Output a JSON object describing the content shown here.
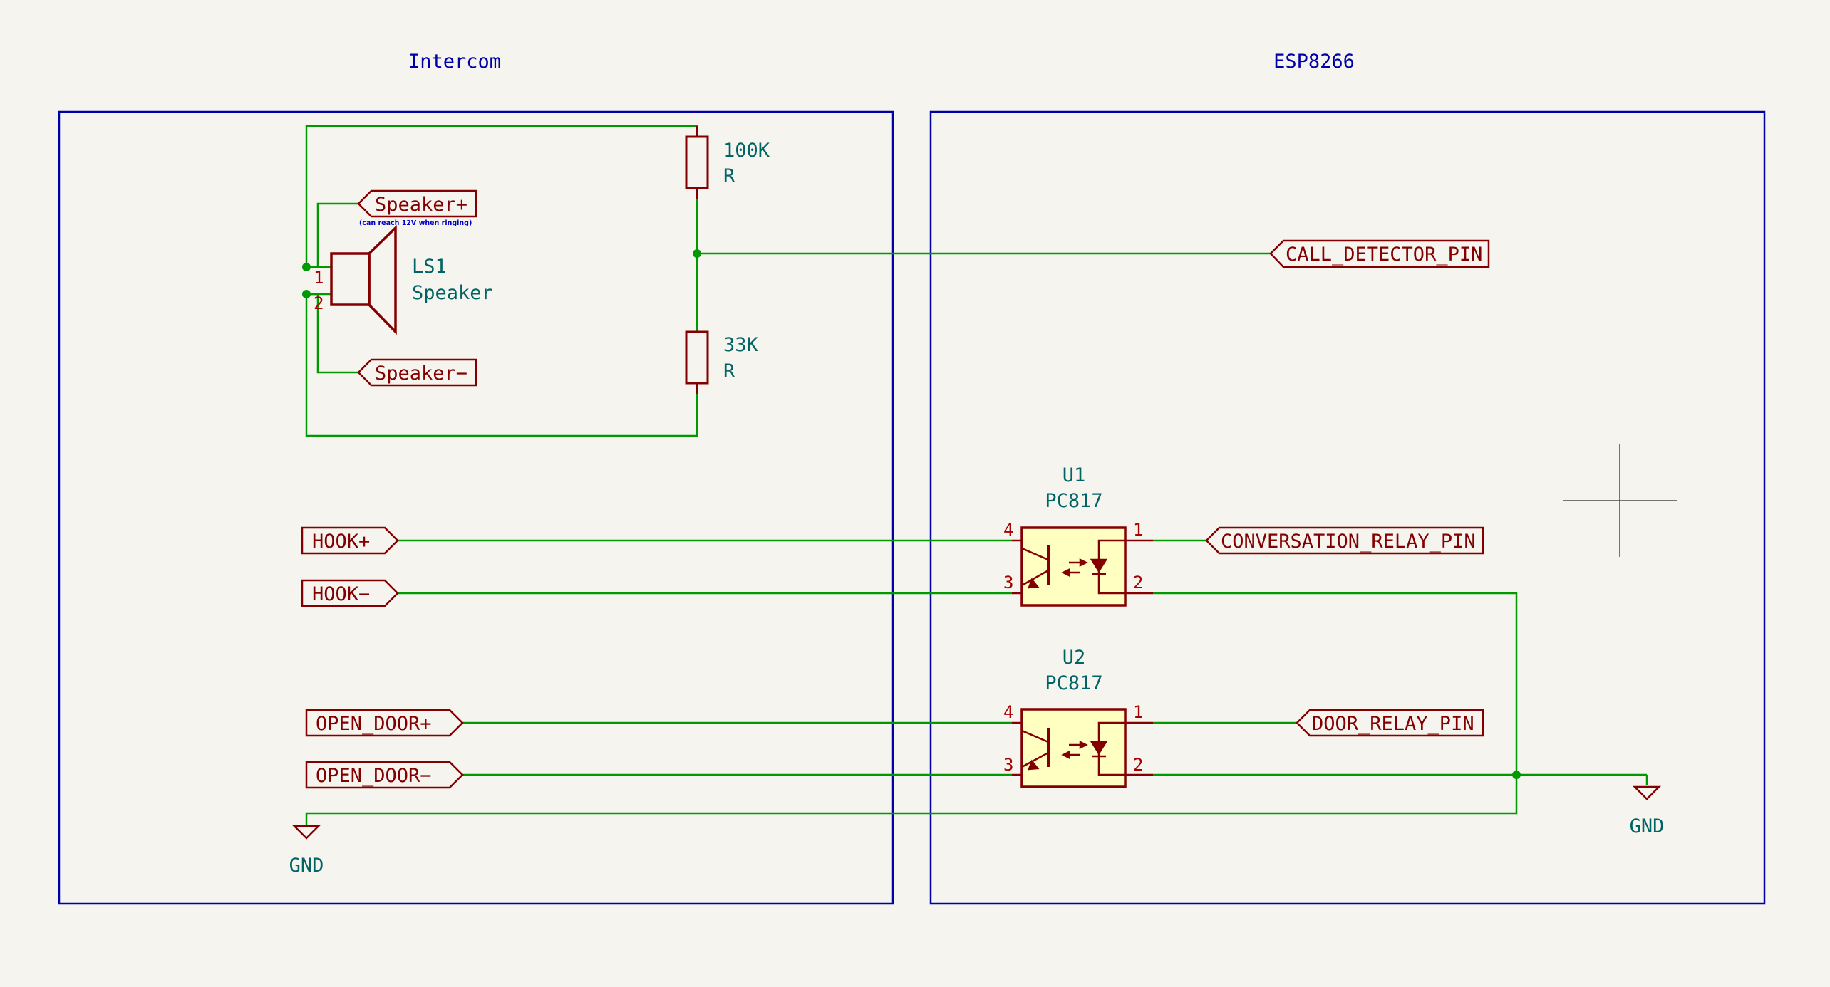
{
  "frames": {
    "intercom": {
      "title": "Intercom"
    },
    "esp": {
      "title": "ESP8266"
    }
  },
  "components": {
    "r_top": {
      "value": "100K",
      "type": "R"
    },
    "r_bottom": {
      "value": "33K",
      "type": "R"
    },
    "speaker": {
      "ref": "LS1",
      "value": "Speaker",
      "pin1": "1",
      "pin2": "2"
    },
    "u1": {
      "ref": "U1",
      "value": "PC817",
      "pin1": "1",
      "pin2": "2",
      "pin3": "3",
      "pin4": "4"
    },
    "u2": {
      "ref": "U2",
      "value": "PC817",
      "pin1": "1",
      "pin2": "2",
      "pin3": "3",
      "pin4": "4"
    }
  },
  "labels": {
    "speaker_plus": "Speaker+",
    "speaker_plus_note": "(can reach 12V when ringing)",
    "speaker_minus": "Speaker−",
    "call_detector": "CALL_DETECTOR_PIN",
    "hook_plus": "HOOK+",
    "hook_minus": "HOOK−",
    "open_door_plus": "OPEN_DOOR+",
    "open_door_minus": "OPEN_DOOR−",
    "conversation_relay": "CONVERSATION_RELAY_PIN",
    "door_relay": "DOOR_RELAY_PIN"
  },
  "power": {
    "gnd_left": "GND",
    "gnd_right": "GND"
  },
  "colors": {
    "background": "#f5f4ef",
    "wire": "#009900",
    "component": "#840000",
    "component_fill": "#ffffc2",
    "frame": "#0000a8",
    "text_teal": "#006464",
    "pin_number": "#a90000",
    "note_text": "#0000c8"
  }
}
